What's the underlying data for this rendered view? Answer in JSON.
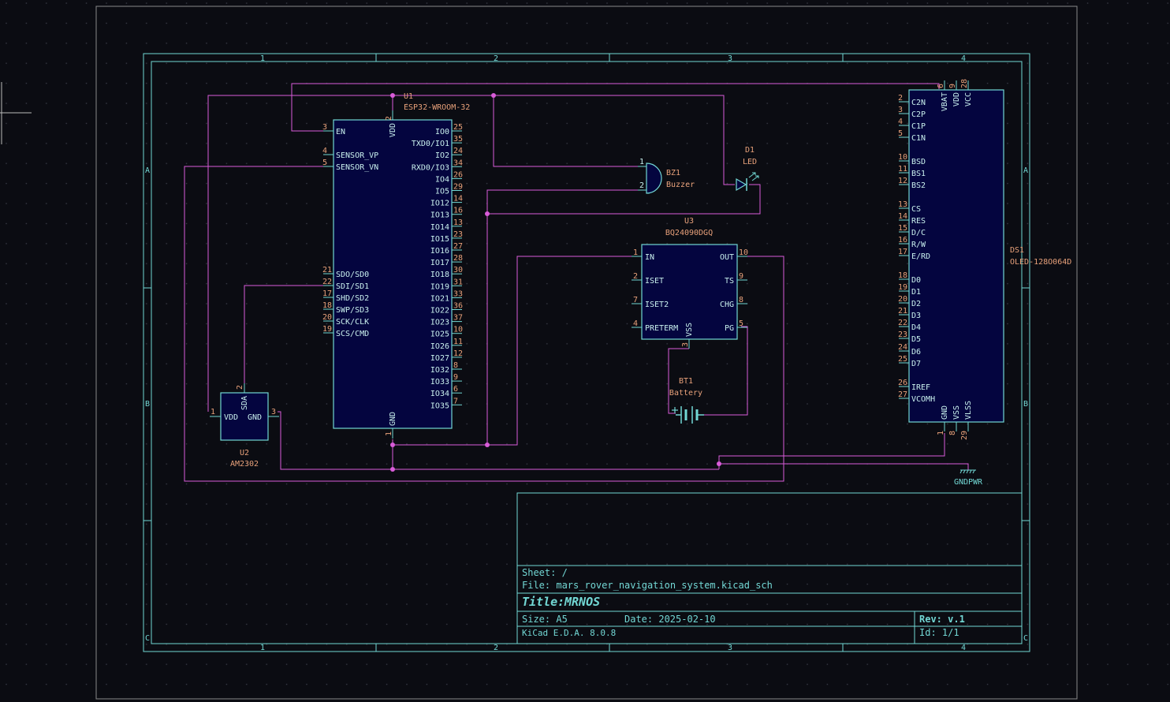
{
  "frame": {
    "col_labels": [
      "1",
      "2",
      "3",
      "4"
    ],
    "row_labels": [
      "A",
      "B",
      "C"
    ]
  },
  "colors": {
    "background": "#0b0c12",
    "frame": "#72d7d4",
    "wire": "#d95cd9",
    "component_fill": "#04053f",
    "component_outline": "#72d7d4",
    "reference": "#e8a17a",
    "value": "#e8a17a",
    "pin_text": "#c9f0ee",
    "title_text": "#72d7d4"
  },
  "components": {
    "u1": {
      "ref": "U1",
      "value": "ESP32-WROOM-32",
      "top_pin_num": "2",
      "top_pin_name": "VDD",
      "bottom_pin_num": "1",
      "bottom_pin_name": "GND",
      "left_pins": [
        {
          "num": "3",
          "name": "EN"
        },
        {
          "num": "4",
          "name": "SENSOR_VP"
        },
        {
          "num": "5",
          "name": "SENSOR_VN"
        },
        {
          "num": "21",
          "name": "SDO/SD0"
        },
        {
          "num": "22",
          "name": "SDI/SD1"
        },
        {
          "num": "17",
          "name": "SHD/SD2"
        },
        {
          "num": "18",
          "name": "SWP/SD3"
        },
        {
          "num": "20",
          "name": "SCK/CLK"
        },
        {
          "num": "19",
          "name": "SCS/CMD"
        }
      ],
      "right_pins": [
        {
          "num": "25",
          "name": "IO0"
        },
        {
          "num": "35",
          "name": "TXD0/IO1"
        },
        {
          "num": "24",
          "name": "IO2"
        },
        {
          "num": "34",
          "name": "RXD0/IO3"
        },
        {
          "num": "26",
          "name": "IO4"
        },
        {
          "num": "29",
          "name": "IO5"
        },
        {
          "num": "14",
          "name": "IO12"
        },
        {
          "num": "16",
          "name": "IO13"
        },
        {
          "num": "13",
          "name": "IO14"
        },
        {
          "num": "23",
          "name": "IO15"
        },
        {
          "num": "27",
          "name": "IO16"
        },
        {
          "num": "28",
          "name": "IO17"
        },
        {
          "num": "30",
          "name": "IO18"
        },
        {
          "num": "31",
          "name": "IO19"
        },
        {
          "num": "33",
          "name": "IO21"
        },
        {
          "num": "36",
          "name": "IO22"
        },
        {
          "num": "37",
          "name": "IO23"
        },
        {
          "num": "10",
          "name": "IO25"
        },
        {
          "num": "11",
          "name": "IO26"
        },
        {
          "num": "12",
          "name": "IO27"
        },
        {
          "num": "8",
          "name": "IO32"
        },
        {
          "num": "9",
          "name": "IO33"
        },
        {
          "num": "6",
          "name": "IO34"
        },
        {
          "num": "7",
          "name": "IO35"
        }
      ]
    },
    "u2": {
      "ref": "U2",
      "value": "AM2302",
      "pins": [
        {
          "num": "1",
          "name": "VDD"
        },
        {
          "num": "2",
          "name": "SDA"
        },
        {
          "num": "3",
          "name": "GND"
        }
      ]
    },
    "u3": {
      "ref": "U3",
      "value": "BQ24090DGQ",
      "left_pins": [
        {
          "num": "1",
          "name": "IN"
        },
        {
          "num": "2",
          "name": "ISET"
        },
        {
          "num": "7",
          "name": "ISET2"
        },
        {
          "num": "4",
          "name": "PRETERM"
        }
      ],
      "right_pins": [
        {
          "num": "10",
          "name": "OUT"
        },
        {
          "num": "9",
          "name": "TS"
        },
        {
          "num": "8",
          "name": "CHG"
        },
        {
          "num": "5",
          "name": "PG"
        }
      ],
      "bottom_pin_num": "3",
      "bottom_pin_name": "VSS"
    },
    "bz1": {
      "ref": "BZ1",
      "value": "Buzzer",
      "pin1": "1",
      "pin2": "2"
    },
    "d1": {
      "ref": "D1",
      "value": "LED"
    },
    "bt1": {
      "ref": "BT1",
      "value": "Battery"
    },
    "ds1": {
      "ref": "DS1",
      "value": "OLED-128O064D",
      "top_pins": [
        {
          "num": "6",
          "name": "VBAT"
        },
        {
          "num": "9",
          "name": "VDD"
        },
        {
          "num": "28",
          "name": "VCC"
        }
      ],
      "left_pins": [
        {
          "num": "2",
          "name": "C2N"
        },
        {
          "num": "3",
          "name": "C2P"
        },
        {
          "num": "4",
          "name": "C1P"
        },
        {
          "num": "5",
          "name": "C1N"
        },
        {
          "num": "10",
          "name": "BSD"
        },
        {
          "num": "11",
          "name": "BS1"
        },
        {
          "num": "12",
          "name": "BS2"
        },
        {
          "num": "13",
          "name": "CS"
        },
        {
          "num": "14",
          "name": "RES"
        },
        {
          "num": "15",
          "name": "D/C"
        },
        {
          "num": "16",
          "name": "R/W"
        },
        {
          "num": "17",
          "name": "E/RD"
        },
        {
          "num": "18",
          "name": "D0"
        },
        {
          "num": "19",
          "name": "D1"
        },
        {
          "num": "20",
          "name": "D2"
        },
        {
          "num": "21",
          "name": "D3"
        },
        {
          "num": "22",
          "name": "D4"
        },
        {
          "num": "23",
          "name": "D5"
        },
        {
          "num": "24",
          "name": "D6"
        },
        {
          "num": "25",
          "name": "D7"
        },
        {
          "num": "26",
          "name": "IREF"
        },
        {
          "num": "27",
          "name": "VCOMH"
        }
      ],
      "bottom_pins": [
        {
          "num": "1",
          "name": "GND"
        },
        {
          "num": "8",
          "name": "VSS"
        },
        {
          "num": "29",
          "name": "VLSS"
        }
      ]
    },
    "gnd": {
      "value": "GNDPWR"
    }
  },
  "title_block": {
    "sheet": "Sheet: /",
    "file": "File: mars_rover_navigation_system.kicad_sch",
    "title_label": "Title:",
    "title_value": "MRNOS",
    "size": "Size: A5",
    "date": "Date: 2025-02-10",
    "rev": "Rev: v.1",
    "tool": "KiCad E.D.A. 8.0.8",
    "id": "Id: 1/1"
  }
}
